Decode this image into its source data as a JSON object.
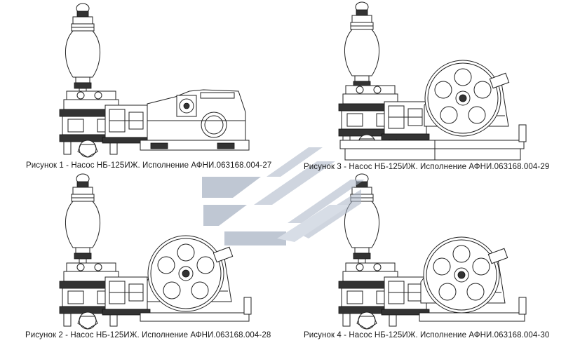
{
  "captions": {
    "fig1": "Рисунок 1 - Насос НБ-125ИЖ. Исполнение АФНИ.063168.004-27",
    "fig2": "Рисунок 2 - Насос НБ-125ИЖ. Исполнение АФНИ.063168.004-28",
    "fig3": "Рисунок 3 - Насос НБ-125ИЖ. Исполнение АФНИ.063168.004-29",
    "fig4": "Рисунок 4 - Насос НБ-125ИЖ. Исполнение АФНИ.063168.004-30"
  },
  "colors": {
    "watermark": "#9aa6b8",
    "line": "#222222"
  },
  "icons": {
    "watermark": "company-logo-watermark"
  }
}
